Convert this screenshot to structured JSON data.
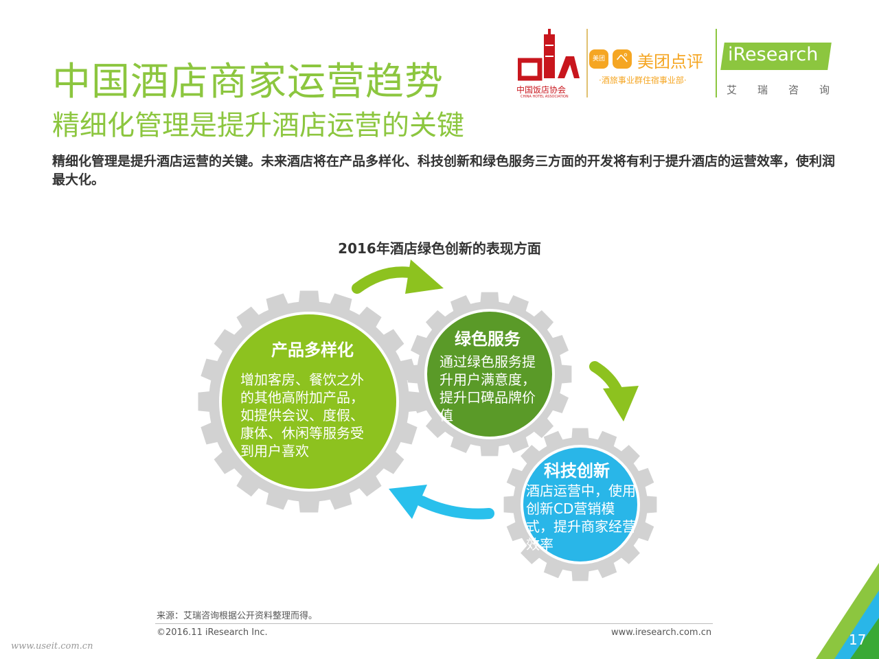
{
  "header": {
    "title": "中国酒店商家运营趋势",
    "subtitle": "精细化管理是提升酒店运营的关键",
    "description": "精细化管理是提升酒店运营的关键。未来酒店将在产品多样化、科技创新和绿色服务三方面的开发将有利于提升酒店的运营效率，使利润最大化。"
  },
  "logos": {
    "cha_name": "中国饭店协会",
    "cha_sub": "CHINA HOTEL ASSOCIATION",
    "meituan_badge": "美团",
    "dianping_badge": "ペ",
    "meituan_name": "美团点评",
    "meituan_sub": "·酒旅事业群住宿事业部·",
    "iresearch_name": "iResearch",
    "iresearch_cn": "艾瑞咨询"
  },
  "diagram": {
    "title": "2016年酒店绿色创新的表现方面",
    "gears": [
      {
        "label": "产品多样化",
        "body": "增加客房、餐饮之外的其他高附加产品，如提供会议、度假、康体、休闲等服务受到用户喜欢",
        "color": "#8dc21f"
      },
      {
        "label": "绿色服务",
        "body": "通过绿色服务提升用户满意度，提升口碑品牌价值",
        "color": "#5a9a28"
      },
      {
        "label": "科技创新",
        "body": "酒店运营中，使用创新CD营销模式，提升商家经营效率",
        "color": "#29b6e8"
      }
    ],
    "arrow_colors": [
      "#8dc21f",
      "#8dc21f",
      "#29c0ec"
    ]
  },
  "footer": {
    "source": "来源：艾瑞咨询根据公开资料整理而得。",
    "copyright": "©2016.11 iResearch Inc.",
    "website": "www.iresearch.com.cn",
    "watermark": "www.useit.com.cn",
    "page_number": "17"
  }
}
